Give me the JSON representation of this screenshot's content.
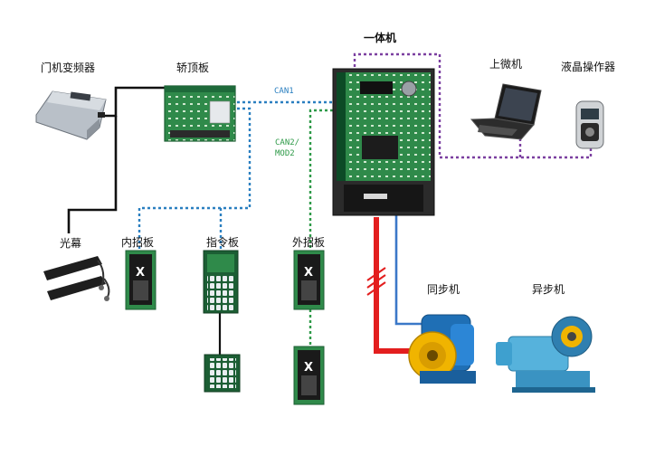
{
  "labels": {
    "door_inverter": "门机变频器",
    "car_top_board": "轿顶板",
    "integrated_controller": "一体机",
    "upper_computer": "上微机",
    "lcd_operator": "液晶操作器",
    "light_curtain": "光幕",
    "inner_call_board": "内招板",
    "command_board": "指令板",
    "outer_call_board": "外招板",
    "sync_motor": "同步机",
    "async_motor": "异步机"
  },
  "bus_labels": {
    "can1": "CAN1",
    "can2_line1": "CAN2/",
    "can2_line2": "MOD2"
  },
  "display_symbol": "X",
  "colors": {
    "can1_bus": "#2a7fc0",
    "can2_bus": "#2e9a48",
    "pc_link": "#7b3fa0",
    "power_line": "#e31e1e",
    "encoder_line": "#3b78c8",
    "wiring": "#111111",
    "pcb_green": "#2f8a4a",
    "cabinet": "#2b2b2b",
    "motor_blue": "#1f6fb5"
  }
}
